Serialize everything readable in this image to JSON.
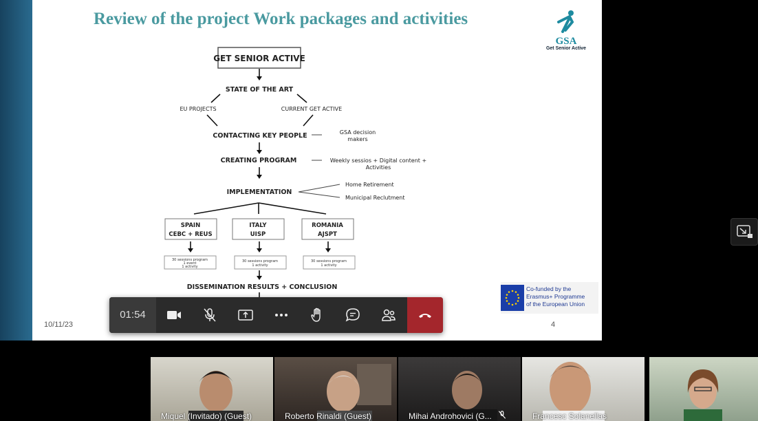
{
  "slide": {
    "title": "Review of the project Work packages and activities",
    "logo_text": "GSA",
    "logo_sub": "Get Senior Active",
    "date": "10/11/23",
    "page_number": "4",
    "eu_line1": "Co-funded by the",
    "eu_line2": "Erasmus+ Programme",
    "eu_line3": "of the European Union",
    "diagram": {
      "top": "GET SENIOR ACTIVE",
      "state": "STATE OF THE ART",
      "eu_projects": "EU PROJECTS",
      "current": "CURRENT GET ACTIVE",
      "contacting": "CONTACTING KEY PEOPLE",
      "gsa_decision_1": "GSA decision",
      "gsa_decision_2": "makers",
      "creating": "CREATING PROGRAM",
      "weekly_1": "Weekly sessios + Digital content +",
      "weekly_2": "Activities",
      "implementation": "IMPLEMENTATION",
      "home": "Home Retirement",
      "municipal": "Municipal Reclutment",
      "spain_1": "SPAIN",
      "spain_2": "CEBC + REUS",
      "italy_1": "ITALY",
      "italy_2": "UISP",
      "romania_1": "ROMANIA",
      "romania_2": "AJSPT",
      "spain_s1": "30 sessions program",
      "spain_s2": "1 event",
      "spain_s3": "1 activity",
      "italy_s1": "30 sessions program",
      "italy_s2": "1 activity",
      "romania_s1": "30 sessions program",
      "romania_s2": "1 activity",
      "dissemination": "DISSEMINATION RESULTS + CONCLUSION"
    }
  },
  "toolbar": {
    "timer": "01:54"
  },
  "participants": [
    {
      "name": "Miquel (Invitado) (Guest)"
    },
    {
      "name": "Roberto Rinaldi (Guest)"
    },
    {
      "name": "Mihai Androhovici (G..."
    },
    {
      "name": "Francesc Solanellas"
    },
    {
      "name": ""
    }
  ],
  "icons": {
    "camera": "camera-icon",
    "mic_off": "mic-off-icon",
    "share": "share-screen-icon",
    "more": "more-options-icon",
    "hand": "raise-hand-icon",
    "chat": "chat-icon",
    "people": "participants-icon",
    "end": "end-call-icon",
    "popout": "pop-out-icon"
  }
}
